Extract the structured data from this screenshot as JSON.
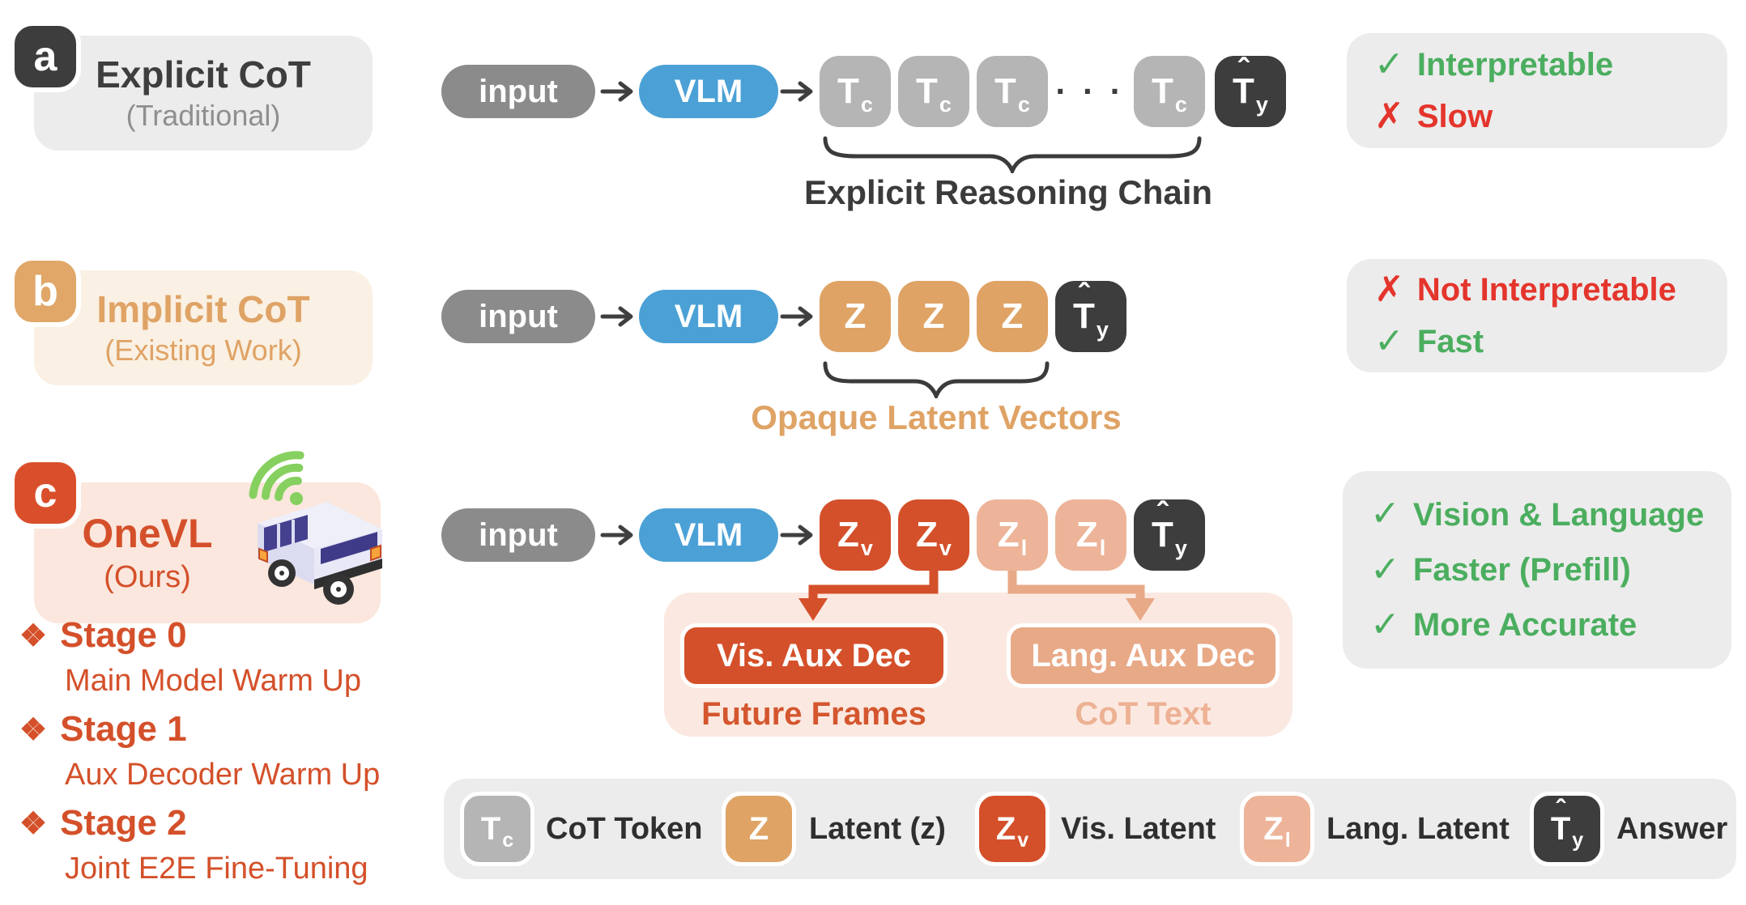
{
  "colors": {
    "dark": "#3d3d3d",
    "card_gray": "#ececec",
    "input_gray": "#8b8b8b",
    "vlm_blue": "#4ba1d6",
    "cot_token_gray": "#b5b5b5",
    "latent_tan": "#dfa365",
    "cream": "#faf0e3",
    "accent_red_orange": "#d4502a",
    "lang_peach": "#edb499",
    "pink": "#fbe7dd",
    "good_green": "#4bae5f",
    "bad_red": "#e4352c",
    "wifi_green": "#86d05f"
  },
  "row_a": {
    "badge": "a",
    "title": "Explicit CoT",
    "subtitle": "(Traditional)",
    "input_label": "input",
    "model_label": "VLM",
    "token_base": "T",
    "token_sub": "c",
    "ellipsis": "· · ·",
    "answer_hat": "ˆ",
    "answer_base": "T",
    "answer_sub": "y",
    "brace_label": "Explicit Reasoning Chain",
    "pros": [
      {
        "mark": "✓",
        "text": "Interpretable"
      },
      {
        "mark": "✗",
        "text": "Slow"
      }
    ]
  },
  "row_b": {
    "badge": "b",
    "title": "Implicit CoT",
    "subtitle": "(Existing Work)",
    "input_label": "input",
    "model_label": "VLM",
    "token_base": "Z",
    "answer_hat": "ˆ",
    "answer_base": "T",
    "answer_sub": "y",
    "brace_label": "Opaque Latent Vectors",
    "pros": [
      {
        "mark": "✗",
        "text": "Not Interpretable"
      },
      {
        "mark": "✓",
        "text": "Fast"
      }
    ]
  },
  "row_c": {
    "badge": "c",
    "title": "OneVL",
    "subtitle": "(Ours)",
    "input_label": "input",
    "model_label": "VLM",
    "vis_token_base": "Z",
    "vis_token_sub": "v",
    "lang_token_base": "Z",
    "lang_token_sub": "l",
    "answer_hat": "ˆ",
    "answer_base": "T",
    "answer_sub": "y",
    "vis_dec_label": "Vis. Aux Dec",
    "vis_dec_caption": "Future Frames",
    "lang_dec_label": "Lang. Aux Dec",
    "lang_dec_caption": "CoT Text",
    "pros": [
      {
        "mark": "✓",
        "text": "Vision & Language"
      },
      {
        "mark": "✓",
        "text": "Faster (Prefill)"
      },
      {
        "mark": "✓",
        "text": "More Accurate"
      }
    ]
  },
  "stages": [
    {
      "bullet": "❖",
      "title": "Stage 0",
      "desc": "Main Model Warm Up"
    },
    {
      "bullet": "❖",
      "title": "Stage 1",
      "desc": "Aux Decoder Warm Up"
    },
    {
      "bullet": "❖",
      "title": "Stage 2",
      "desc": "Joint E2E Fine-Tuning"
    }
  ],
  "legend": {
    "items": [
      {
        "chip_base": "T",
        "chip_sub": "c",
        "chip_hat": "",
        "label": "CoT Token"
      },
      {
        "chip_base": "Z",
        "chip_sub": "",
        "chip_hat": "",
        "label": "Latent (z)"
      },
      {
        "chip_base": "Z",
        "chip_sub": "v",
        "chip_hat": "",
        "label": "Vis. Latent"
      },
      {
        "chip_base": "Z",
        "chip_sub": "l",
        "chip_hat": "",
        "label": "Lang. Latent"
      },
      {
        "chip_base": "T",
        "chip_sub": "y",
        "chip_hat": "ˆ",
        "label": "Answer"
      }
    ]
  }
}
